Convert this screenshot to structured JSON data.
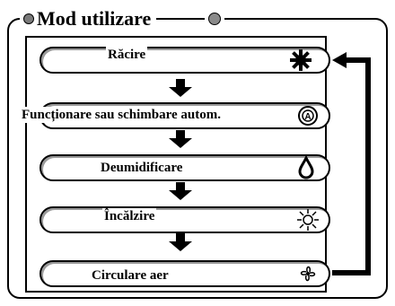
{
  "title": "Mod utilizare",
  "modes": [
    {
      "label": "Răcire",
      "icon": "snowflake-icon"
    },
    {
      "label": "Funcționare sau schimbare autom.",
      "icon": "auto-mode-icon"
    },
    {
      "label": "Deumidificare",
      "icon": "water-drop-icon"
    },
    {
      "label": "Încălzire",
      "icon": "sun-icon"
    },
    {
      "label": "Circulare aer",
      "icon": "fan-icon"
    }
  ]
}
